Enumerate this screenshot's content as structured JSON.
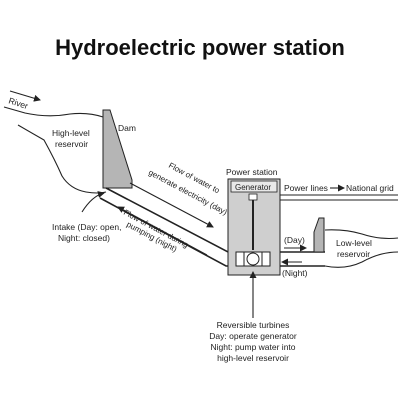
{
  "title": "Hydroelectric power station",
  "labels": {
    "river": "River",
    "dam": "Dam",
    "high_reservoir_1": "High-level",
    "high_reservoir_2": "reservoir",
    "intake_1": "Intake (Day: open,",
    "intake_2": "Night: closed)",
    "flow_gen_1": "Flow of water to",
    "flow_gen_2": "generate electricity (day)",
    "flow_pump_1": "Flow of water during",
    "flow_pump_2": "pumping (night)",
    "power_station": "Power station",
    "generator": "Generator",
    "power_lines": "Power lines",
    "national_grid": "National grid",
    "day": "(Day)",
    "night": "(Night)",
    "low_reservoir_1": "Low-level",
    "low_reservoir_2": "reservoir",
    "turbines_1": "Reversible turbines",
    "turbines_2": "Day: operate generator",
    "turbines_3": "Night: pump water into",
    "turbines_4": "high-level reservoir"
  },
  "colors": {
    "dam_fill": "#b5b5b5",
    "station_fill": "#cfcfcf",
    "ink": "#222222"
  }
}
